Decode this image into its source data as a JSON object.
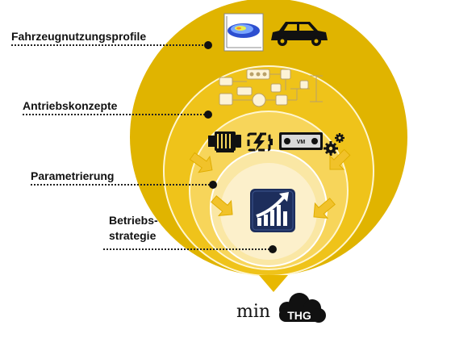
{
  "labels": {
    "fahrzeug": "Fahrzeugnutzungsprofile",
    "antrieb": "Antriebskonzepte",
    "parametrierung": "Parametrierung",
    "strategie_line1": "Betriebs-",
    "strategie_line2": "strategie"
  },
  "result": {
    "min": "min",
    "thg": "THG"
  },
  "icons": {
    "fahrzeug": [
      "heatmap-plot-icon",
      "car-icon"
    ],
    "antrieb": [
      "powertrain-schematic-icon"
    ],
    "parametrierung": [
      "electric-motor-icon",
      "battery-charge-icon",
      "engine-icon",
      "gears-icon"
    ],
    "strategie": [
      "growth-chart-icon"
    ]
  },
  "colors": {
    "outer_ring": "#e0b400",
    "ring2": "#efc31a",
    "ring3": "#f7d55a",
    "ring4": "#fae7a4",
    "inner": "#fcf0cb",
    "arrow": "#f1c22a",
    "navy": "#1d2e5c",
    "cloud": "#111111"
  }
}
